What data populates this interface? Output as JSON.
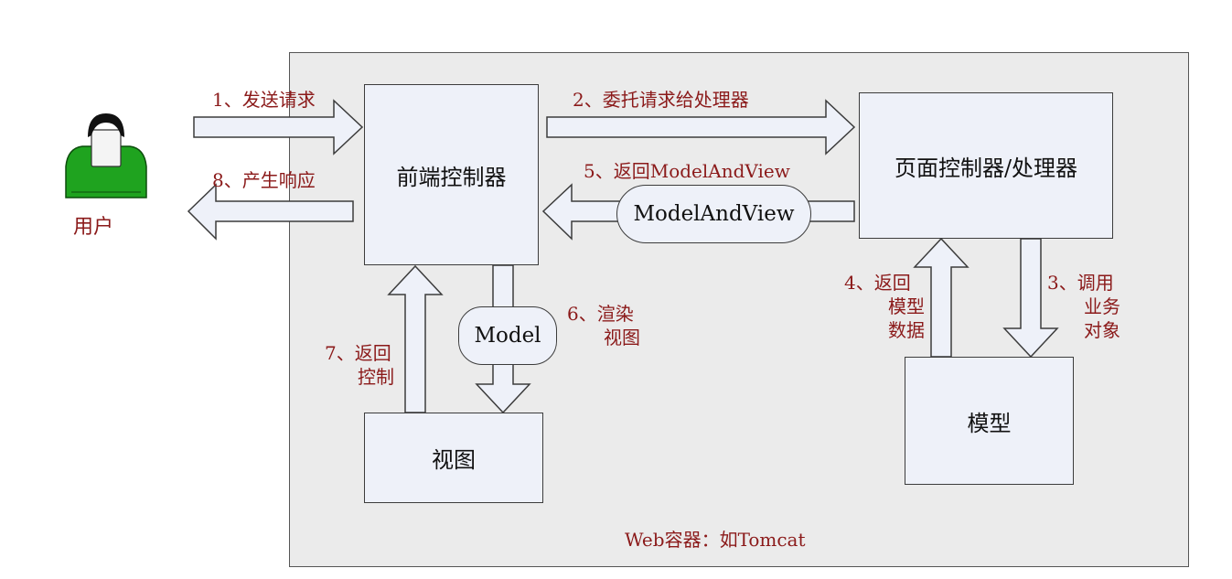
{
  "user": {
    "label": "用户"
  },
  "container": {
    "label": "Web容器：如Tomcat"
  },
  "boxes": {
    "front_controller": "前端控制器",
    "page_controller": "页面控制器/处理器",
    "view": "视图",
    "model": "模型"
  },
  "pills": {
    "model_and_view": "ModelAndView",
    "model": "Model"
  },
  "steps": {
    "step1": "1、发送请求",
    "step2": "2、委托请求给处理器",
    "step3": [
      "3、调用",
      "业务",
      "对象"
    ],
    "step4": [
      "4、返回",
      "模型",
      "数据"
    ],
    "step5": "5、返回ModelAndView",
    "step6": [
      "6、渲染",
      "视图"
    ],
    "step7": [
      "7、返回",
      "控制"
    ],
    "step8": "8、产生响应"
  },
  "colors": {
    "step_text": "#8b1a1a",
    "box_fill": "#eef1f9",
    "container_fill": "#ebebeb",
    "user_body": "#1fa31f"
  }
}
